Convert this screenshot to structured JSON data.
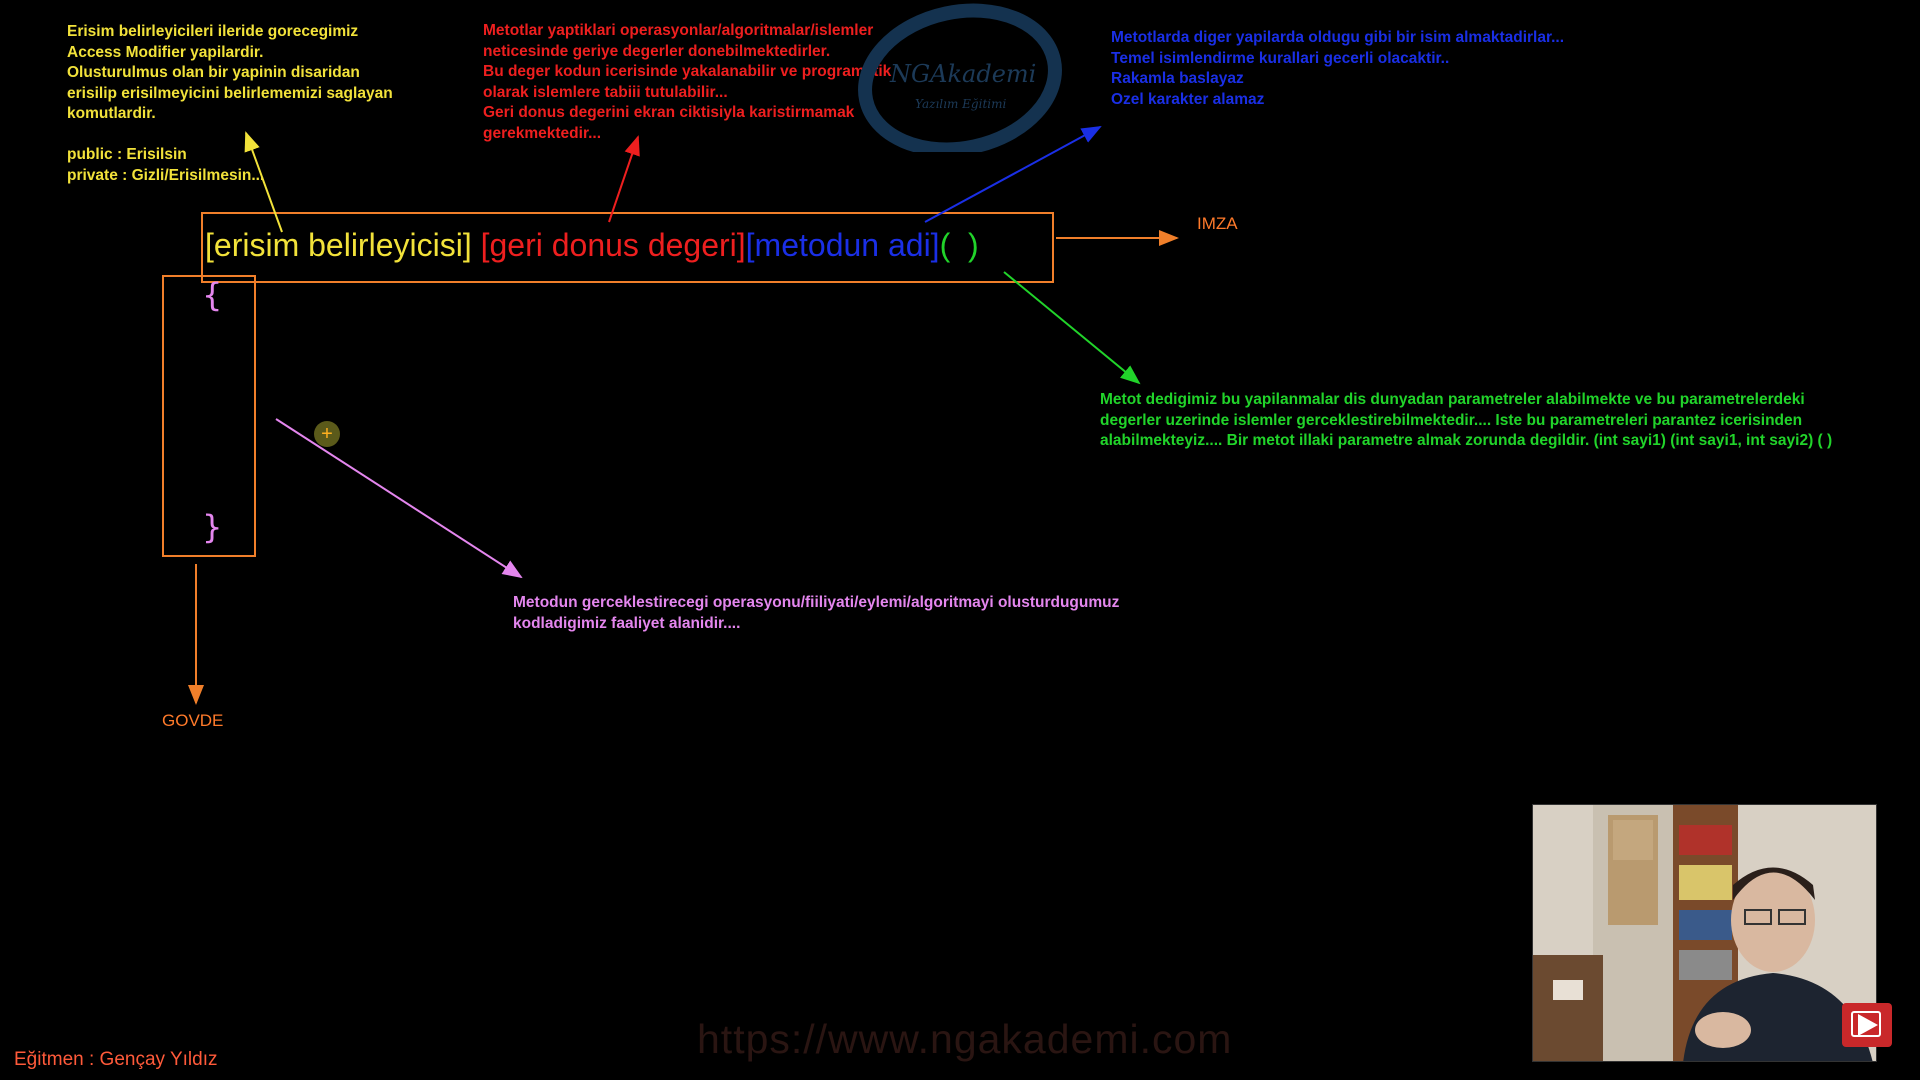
{
  "notes": {
    "access_modifier": [
      "Erisim belirleyicileri ileride gorecegimiz",
      "Access Modifier yapilardir.",
      "Olusturulmus olan bir yapinin disaridan",
      "erisilip erisilmeyicini belirlememizi saglayan",
      "komutlardir.",
      "",
      "public : Erisilsin",
      "private : Gizli/Erisilmesin..."
    ],
    "return_value": [
      "Metotlar yaptiklari operasyonlar/algoritmalar/islemler",
      "neticesinde geriye degerler donebilmektedirler.",
      "Bu deger kodun icerisinde yakalanabilir ve programatik",
      "olarak islemlere tabiii tutulabilir...",
      "Geri donus degerini ekran ciktisiyla karistirmamak",
      "gerekmektedir..."
    ],
    "method_name": [
      "Metotlarda diger yapilarda oldugu gibi bir isim almaktadirlar...",
      "Temel isimlendirme kurallari gecerli olacaktir..",
      "Rakamla baslayaz",
      "Ozel karakter alamaz"
    ],
    "parameters": [
      "Metot dedigimiz bu yapilanmalar dis dunyadan parametreler alabilmekte ve bu parametrelerdeki",
      "degerler uzerinde islemler gerceklestirebilmektedir.... Iste bu parametreleri parantez icerisinden",
      "alabilmekteyiz.... Bir metot illaki parametre almak zorunda degildir. (int sayi1) (int sayi1, int sayi2) ( )"
    ],
    "body": [
      "Metodun gerceklestirecegi operasyonu/fiiliyati/eylemi/algoritmayi olusturdugumuz",
      "kodladigimiz faaliyet alanidir...."
    ]
  },
  "signature": {
    "access": "[erisim belirleyicisi] ",
    "return": "[geri donus degeri]",
    "name": "[metodun adi]",
    "params": "(  )"
  },
  "braces": {
    "open": "{",
    "close": "}"
  },
  "labels": {
    "imza": "IMZA",
    "govde": "GOVDE"
  },
  "logo": {
    "name": "NGAkademi",
    "sub": "Yazılım Eğitimi"
  },
  "watermark": "https://www.ngakademi.com",
  "instructor": "Eğitmen : Gençay Yıldız",
  "cursor_glyph": "+",
  "colors": {
    "access": "#f2e23a",
    "return": "#ee1f1f",
    "name": "#1a2fe6",
    "params": "#21d42a",
    "body": "#e486ee",
    "frame": "#f07f2a"
  },
  "icons": {
    "play": "youtube-play-icon"
  }
}
